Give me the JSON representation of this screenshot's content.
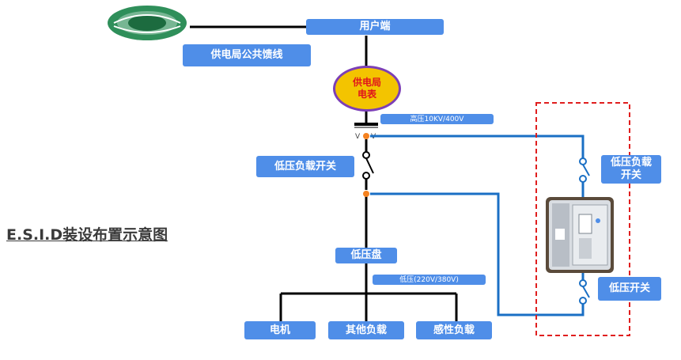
{
  "title": "E.S.I.D装设布置示意图",
  "nodes": {
    "user_end": "用户端",
    "public_feeder": "供电局公共馈线",
    "meter_line1": "供电局",
    "meter_line2": "电表",
    "high_voltage": "高压10KV/400V",
    "lv_load_switch_left": "低压负载开关",
    "lv_load_switch_right_line1": "低压负载",
    "lv_load_switch_right_line2": "开关",
    "lv_panel": "低压盘",
    "low_voltage": "低压(220V/380V)",
    "motor": "电机",
    "other_load": "其他负载",
    "inductive_load": "感性负载",
    "lv_switch": "低压开关"
  },
  "colors": {
    "box": "#4f8ee8",
    "line_black": "#000000",
    "line_blue": "#1a6fc4",
    "dashed_red": "#e01e1e",
    "meter_fill": "#f3c400",
    "meter_text": "#e0141c",
    "dot": "#f58220"
  },
  "icons": {
    "logo": "state-grid-logo",
    "photo": "esid-device-photo",
    "switch": "switch-symbol",
    "transformer": "transformer-symbol"
  }
}
